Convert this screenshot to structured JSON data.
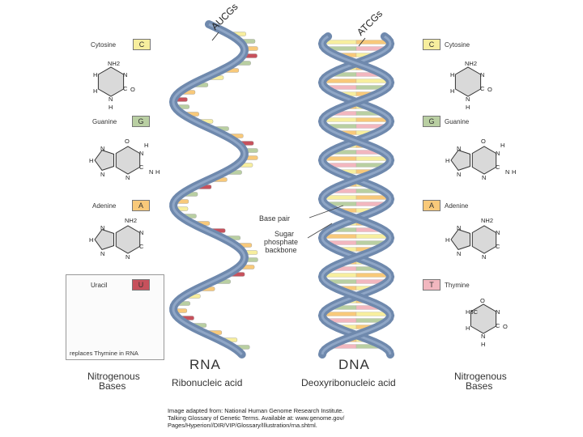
{
  "colors": {
    "backbone": "#6f89ad",
    "cytosine": "#f7ee9e",
    "guanine": "#b9cfa2",
    "adenine": "#f8c97a",
    "uracil": "#c7515c",
    "thymine": "#f2b7bf",
    "ring_fill": "#d9d9d9"
  },
  "rna": {
    "strand_label": "AUCGs",
    "title": "RNA",
    "subtitle": "Ribonucleic acid"
  },
  "dna": {
    "strand_label": "ATCGs",
    "title": "DNA",
    "subtitle": "Deoxyribonucleic acid"
  },
  "left_bases": [
    {
      "name": "Cytosine",
      "letter": "C"
    },
    {
      "name": "Guanine",
      "letter": "G"
    },
    {
      "name": "Adenine",
      "letter": "A"
    },
    {
      "name": "Uracil",
      "letter": "U"
    }
  ],
  "right_bases": [
    {
      "name": "Cytosine",
      "letter": "C"
    },
    {
      "name": "Guanine",
      "letter": "G"
    },
    {
      "name": "Adenine",
      "letter": "A"
    },
    {
      "name": "Thymine",
      "letter": "T"
    }
  ],
  "uracil_note": "replaces Thymine in RNA",
  "callouts": {
    "base_pair": "Base pair",
    "backbone_1": "Sugar",
    "backbone_2": "phosphate",
    "backbone_3": "backbone"
  },
  "bases_caption_1": "Nitrogenous",
  "bases_caption_2": "Bases",
  "credit": {
    "line1": "Image adapted from: National Human Genome Research Institute.",
    "line2": "Talking Glossary of Genetic Terms. Available at: www.genome.gov/",
    "line3": "Pages/Hyperion//DIR/VIP/Glossary/Illustration/rna.shtml."
  },
  "atoms": {
    "nh2": "NH2",
    "h": "H",
    "c": "C",
    "n": "N",
    "o": "O",
    "h3c": "H3C"
  }
}
